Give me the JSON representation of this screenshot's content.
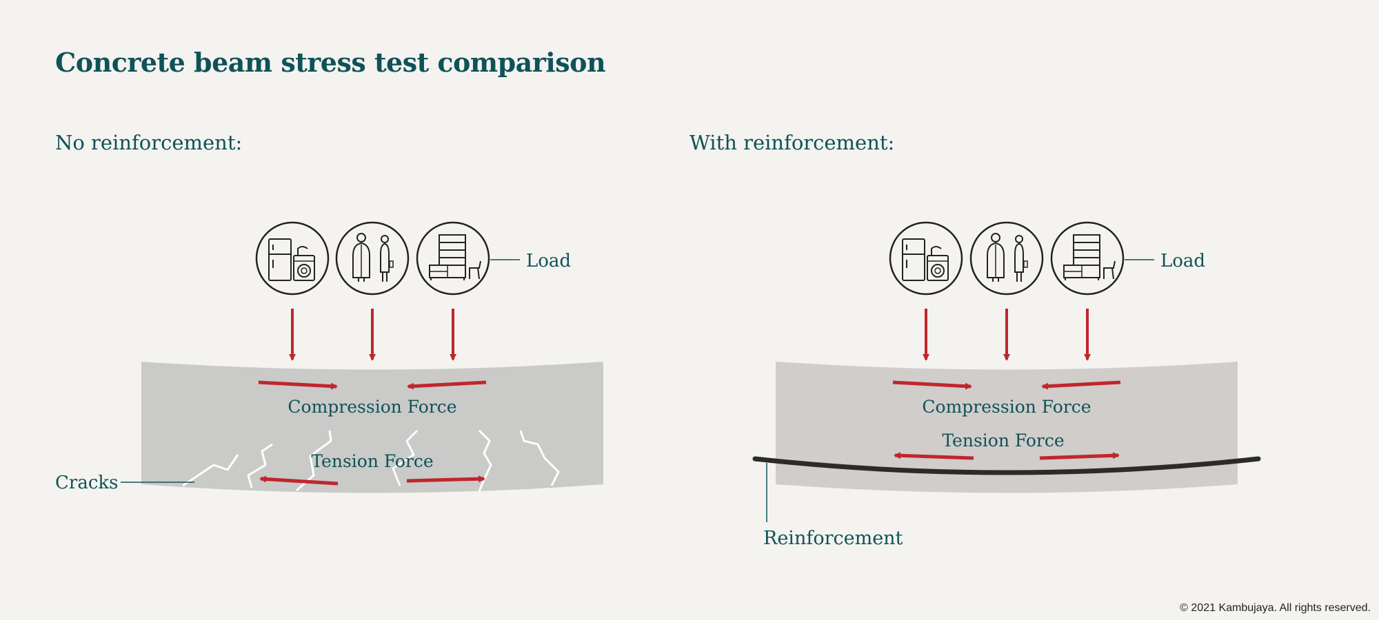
{
  "title": "Concrete beam stress test comparison",
  "panels": [
    {
      "heading": "No reinforcement:",
      "load_label": "Load",
      "compression_label": "Compression Force",
      "tension_label": "Tension Force",
      "callout_label": "Cracks",
      "load_icons": [
        "appliances-icon",
        "people-icon",
        "furniture-icon"
      ]
    },
    {
      "heading": "With reinforcement:",
      "load_label": "Load",
      "compression_label": "Compression Force",
      "tension_label": "Tension Force",
      "callout_label": "Reinforcement",
      "load_icons": [
        "appliances-icon",
        "people-icon",
        "furniture-icon"
      ]
    }
  ],
  "colors": {
    "title": "#0f5257",
    "arrow": "#c0262d",
    "beam_plain": "#cacac8",
    "beam_reinforced": "#d0cdca",
    "crack": "#ffffff",
    "rebar": "#2b2b2b",
    "background": "#f4f3f0"
  },
  "copyright": "© 2021 Kambujaya. All rights reserved."
}
